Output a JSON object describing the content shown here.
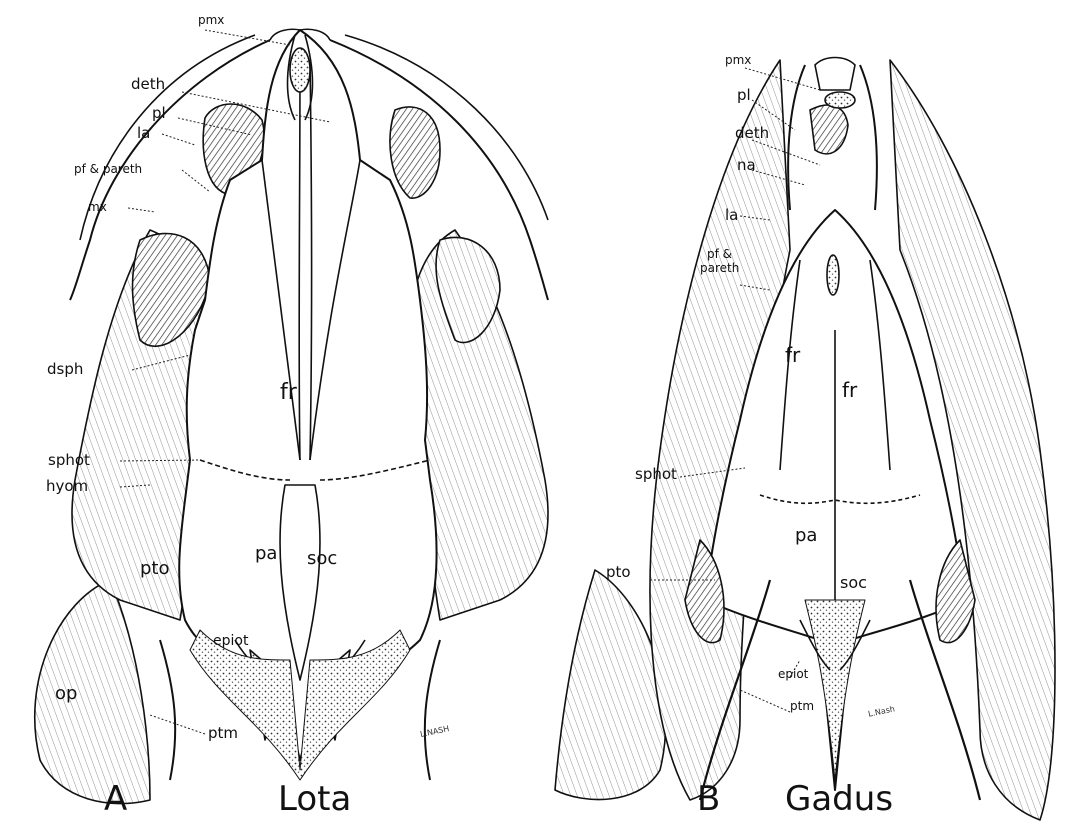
{
  "lota": {
    "panel_letter": "A",
    "genus": "Lota",
    "labels": {
      "pmx": "pmx",
      "deth": "deth",
      "pl": "pl",
      "la": "la",
      "pf_pareth": "pf & pareth",
      "mx": "mx",
      "dsph": "dsph",
      "sphot": "sphot",
      "hyom": "hyom",
      "fr": "fr",
      "pa": "pa",
      "soc": "soc",
      "pto": "pto",
      "epiot": "epiot",
      "op": "op",
      "ptm": "ptm"
    },
    "signature": "L.NASH"
  },
  "gadus": {
    "panel_letter": "B",
    "genus": "Gadus",
    "labels": {
      "pmx": "pmx",
      "pl": "pl",
      "deth": "deth",
      "na": "na",
      "la": "la",
      "pf_pareth_1": "pf &",
      "pf_pareth_2": "pareth",
      "fr_left": "fr",
      "fr_mid": "fr",
      "sphot": "sphot",
      "pa": "pa",
      "soc": "soc",
      "pto": "pto",
      "epiot": "epiot",
      "ptm": "ptm"
    },
    "signature": "L.Nash"
  },
  "colors": {
    "ink": "#111111",
    "paper": "#ffffff",
    "shade": "#9a9a9a"
  }
}
